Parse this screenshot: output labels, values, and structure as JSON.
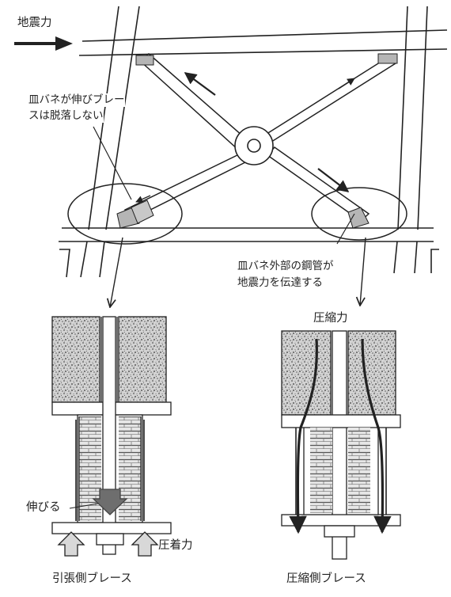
{
  "labels": {
    "seismic_force": "地震力",
    "spring_extends_line1": "皿バネが伸びブレー",
    "spring_extends_line2": "スは脱落しない",
    "steel_pipe_line1": "皿バネ外部の鋼管が",
    "steel_pipe_line2": "地震力を伝達する",
    "compression_force": "圧縮力",
    "stretches": "伸びる",
    "crimp_force": "圧着力",
    "tension_brace": "引張側ブレース",
    "compression_brace": "圧縮側ブレース"
  },
  "colors": {
    "line": "#222222",
    "fill_gray": "#b5b5b5",
    "arrow_gray": "#6e6e6e",
    "concrete": "#cfcfcf"
  }
}
